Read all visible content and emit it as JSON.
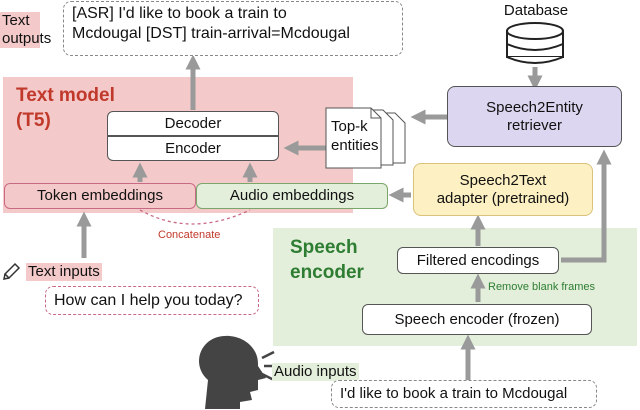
{
  "text_outputs_label_line1": "Text",
  "text_outputs_label_line2": "outputs",
  "output_box": {
    "line1": "[ASR] I'd like to book a train to",
    "line2": "Mcdougal [DST] train-arrival=Mcdougal"
  },
  "database_label": "Database",
  "text_model": {
    "title_line1": "Text model",
    "title_line2": "(T5)",
    "decoder": "Decoder",
    "encoder": "Encoder",
    "token_embeddings": "Token embeddings",
    "audio_embeddings": "Audio embeddings",
    "concatenate": "Concatenate"
  },
  "topk": {
    "line1": "Top-k",
    "line2": "entities"
  },
  "retriever": {
    "line1": "Speech2Entity",
    "line2": "retriever"
  },
  "adapter": {
    "line1": "Speech2Text",
    "line2": "adapter (pretrained)"
  },
  "speech_encoder": {
    "title_line1": "Speech",
    "title_line2": "encoder",
    "filtered": "Filtered encodings",
    "remove_blank": "Remove blank frames",
    "frozen": "Speech encoder (frozen)"
  },
  "text_inputs_label": "Text inputs",
  "text_input_box": "How can I help you today?",
  "audio_inputs_label": "Audio inputs",
  "audio_input_box": "I'd like to book a train to Mcdougal",
  "colors": {
    "text_region": "#f4c9c9",
    "speech_region": "#e3efdb",
    "retriever": "#ddd6f0",
    "adapter": "#fdf0c2",
    "arrow": "#9a9a9a",
    "title_red": "#c0392b",
    "title_green": "#2e7d32"
  }
}
